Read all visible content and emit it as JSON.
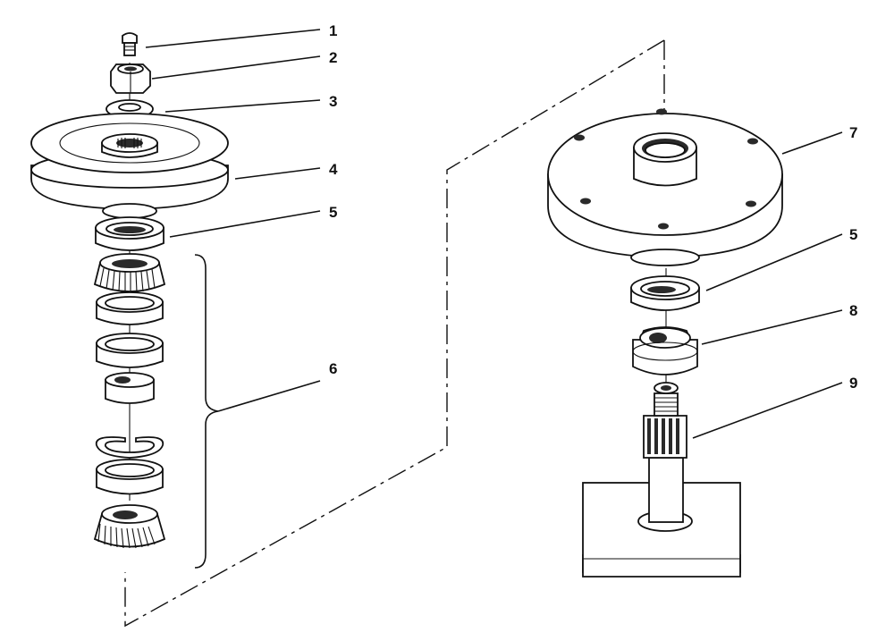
{
  "colors": {
    "ink": "#111111",
    "paper": "#ffffff",
    "shade": "#2a2a2a"
  },
  "callouts": [
    {
      "id": 1,
      "label": "1"
    },
    {
      "id": 2,
      "label": "2"
    },
    {
      "id": 3,
      "label": "3"
    },
    {
      "id": 4,
      "label": "4"
    },
    {
      "id": 5,
      "label": "5"
    },
    {
      "id": 6,
      "label": "6"
    },
    {
      "id": 7,
      "label": "7"
    },
    {
      "id": 55,
      "label": "5"
    },
    {
      "id": 8,
      "label": "8"
    },
    {
      "id": 9,
      "label": "9"
    }
  ]
}
